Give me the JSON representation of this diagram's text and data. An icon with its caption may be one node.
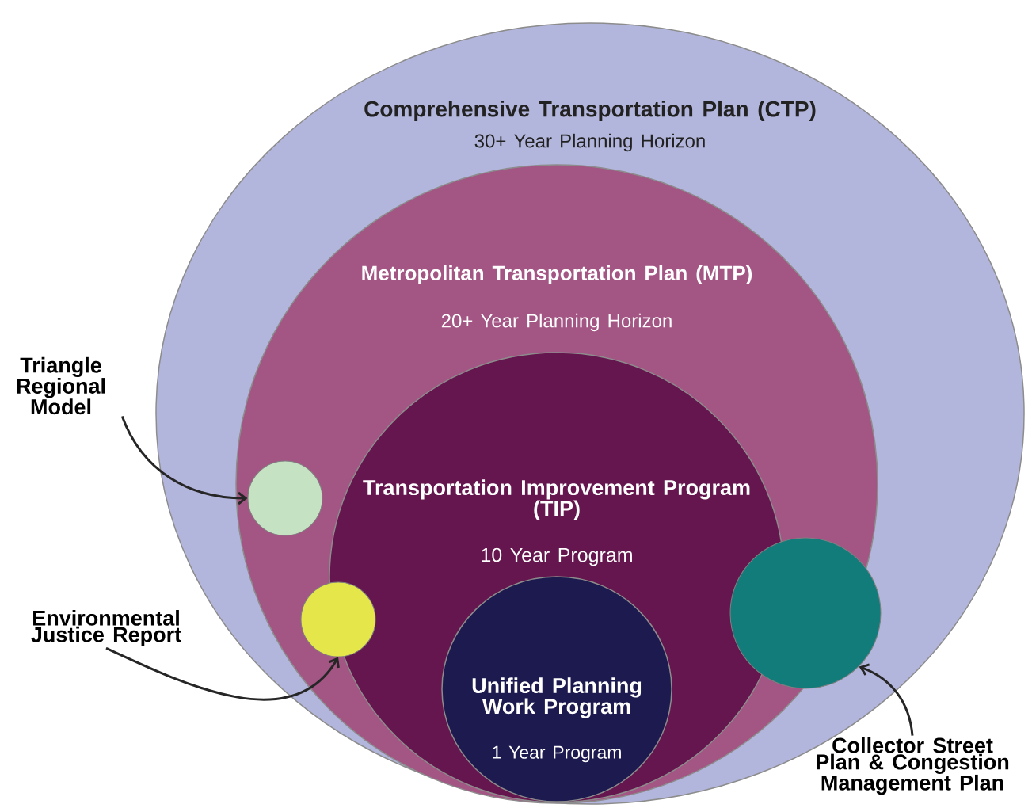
{
  "diagram": {
    "nodes": [
      {
        "text": [
          "Comprehensive Transportation Plan (CTP)",
          "30+ Year Planning Horizon"
        ]
      },
      {
        "text": [
          "Metropolitan Transportation Plan (MTP)",
          "20+ Year Planning Horizon"
        ],
        "in": 0
      },
      {
        "text": [
          "Transportation Improvement Program (TIP)",
          "10 Year Program"
        ],
        "in": 1
      },
      {
        "text": [
          "Unified Planning Work Program",
          "1 Year Program"
        ],
        "in": 2
      },
      {
        "text": [
          "Triangle Regional Model"
        ]
      },
      {
        "text": [],
        "shape": "circle",
        "in": 1
      },
      {
        "text": [
          "Environmental Justice Report"
        ]
      },
      {
        "text": [],
        "shape": "circle",
        "in": 1
      },
      {
        "text": [],
        "shape": "circle",
        "in": 1
      },
      {
        "text": [
          "Collector Street Plan & Congestion Management Plan"
        ]
      }
    ],
    "edges": [
      {
        "from": 4,
        "to": 5,
        "arrow": "to"
      },
      {
        "from": 6,
        "to": 7,
        "arrow": "to"
      },
      {
        "from": 9,
        "to": 8,
        "arrow": "to"
      }
    ]
  }
}
